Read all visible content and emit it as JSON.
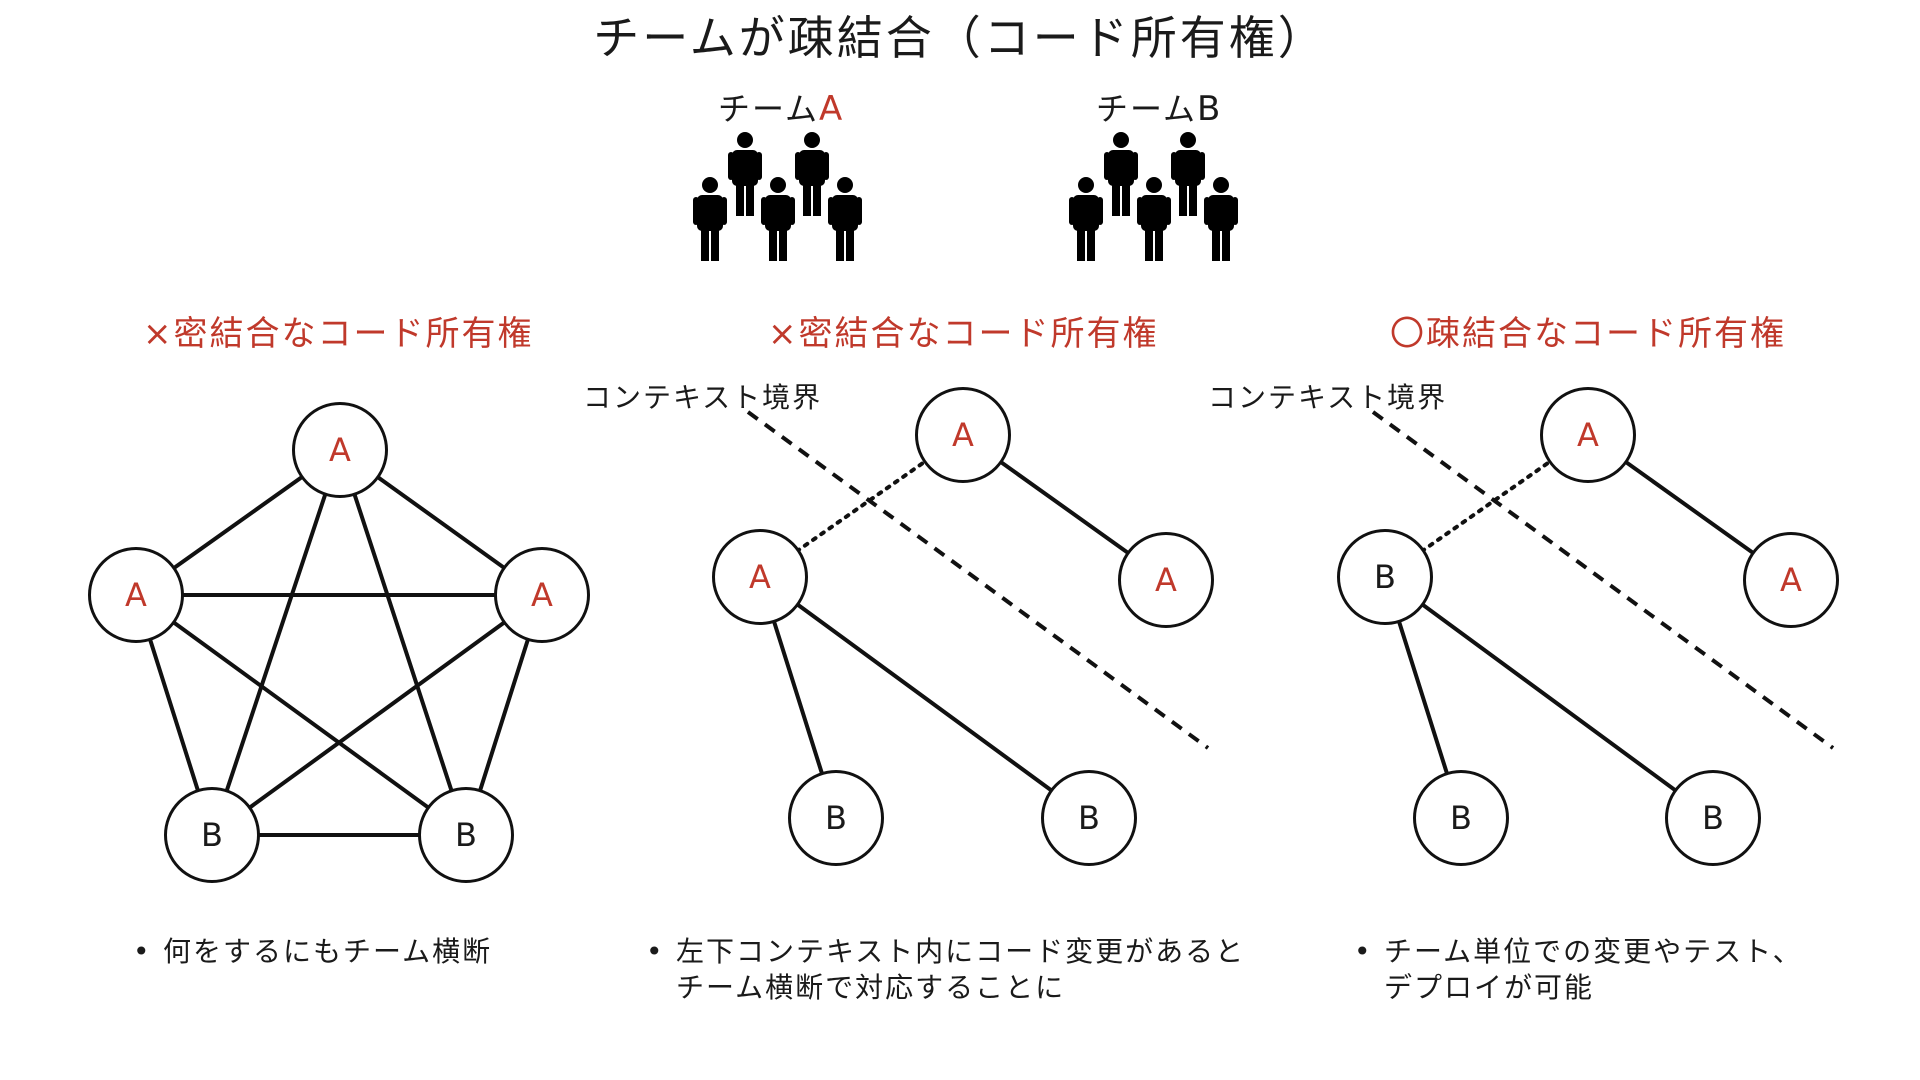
{
  "title": "チームが疎結合（コード所有権）",
  "teams": [
    {
      "prefix": "チーム",
      "letter": "A",
      "letter_color": "#c0392b"
    },
    {
      "prefix": "チーム",
      "letter": "B",
      "letter_color": "#1a1a1a"
    }
  ],
  "panels": [
    {
      "heading": "×密結合なコード所有権",
      "heading_color": "#c0392b",
      "nodes": [
        "A",
        "A",
        "A",
        "B",
        "B"
      ],
      "bullet": "何をするにもチーム横断"
    },
    {
      "heading": "×密結合なコード所有権",
      "heading_color": "#c0392b",
      "context_label": "コンテキスト境界",
      "nodes": [
        "A",
        "A",
        "A",
        "B",
        "B"
      ],
      "bullet_lines": [
        "左下コンテキスト内にコード変更があると",
        "チーム横断で対応することに"
      ]
    },
    {
      "heading": "〇疎結合なコード所有権",
      "heading_color": "#c0392b",
      "context_label": "コンテキスト境界",
      "nodes": [
        "A",
        "B",
        "A",
        "B",
        "B"
      ],
      "bullet_lines": [
        "チーム単位での変更やテスト、",
        "デプロイが可能"
      ]
    }
  ],
  "bullet_symbol": "•",
  "icons": {
    "team_a": "people-group-icon",
    "team_b": "people-group-icon"
  }
}
